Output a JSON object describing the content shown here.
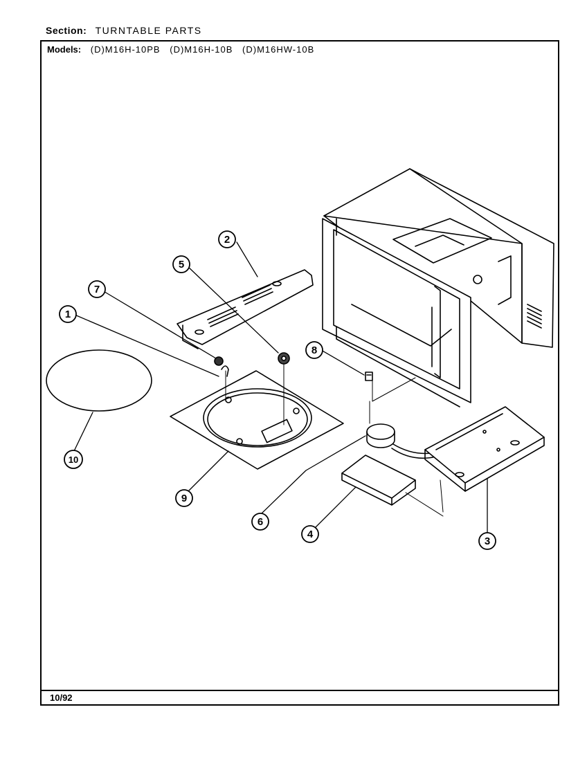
{
  "header": {
    "section_label": "Section:",
    "section_value": "TURNTABLE PARTS",
    "models_label": "Models:",
    "models": [
      "(D)M16H-10PB",
      "(D)M16H-10B",
      "(D)M16HW-10B"
    ]
  },
  "footer": {
    "date": "10/92"
  },
  "callouts": [
    {
      "id": "1",
      "label": "1"
    },
    {
      "id": "2",
      "label": "2"
    },
    {
      "id": "3",
      "label": "3"
    },
    {
      "id": "4",
      "label": "4"
    },
    {
      "id": "5",
      "label": "5"
    },
    {
      "id": "6",
      "label": "6"
    },
    {
      "id": "7",
      "label": "7"
    },
    {
      "id": "8",
      "label": "8"
    },
    {
      "id": "9",
      "label": "9"
    },
    {
      "id": "10",
      "label": "10"
    }
  ]
}
